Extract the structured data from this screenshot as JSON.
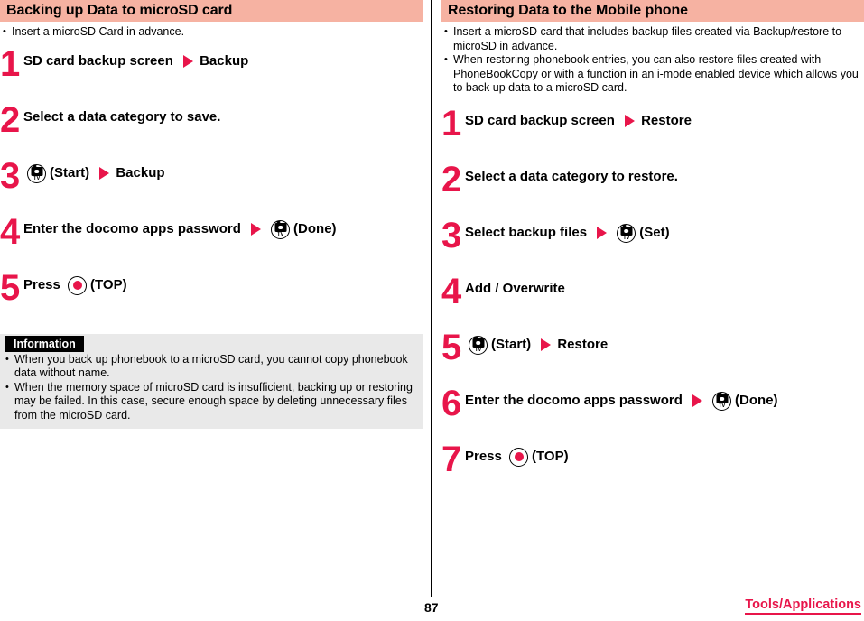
{
  "left_column": {
    "section_title": "Backing up Data to microSD card",
    "intro_bullets": [
      "Insert a microSD Card in advance."
    ],
    "steps": [
      {
        "num": "1",
        "parts": [
          {
            "type": "text",
            "value": "SD card backup screen"
          },
          {
            "type": "arrow",
            "value": "arrow-right-icon"
          },
          {
            "type": "text",
            "value": "Backup"
          }
        ]
      },
      {
        "num": "2",
        "parts": [
          {
            "type": "text",
            "value": "Select a data category to save."
          }
        ]
      },
      {
        "num": "3",
        "parts": [
          {
            "type": "key-camera",
            "value": "camera-tv-key-icon"
          },
          {
            "type": "text",
            "value": "(Start)"
          },
          {
            "type": "arrow",
            "value": "arrow-right-icon"
          },
          {
            "type": "text",
            "value": "Backup"
          }
        ]
      },
      {
        "num": "4",
        "parts": [
          {
            "type": "text",
            "value": "Enter the docomo apps password"
          },
          {
            "type": "arrow",
            "value": "arrow-right-icon"
          },
          {
            "type": "key-camera",
            "value": "camera-tv-key-icon"
          },
          {
            "type": "text",
            "value": "(Done)"
          }
        ]
      },
      {
        "num": "5",
        "parts": [
          {
            "type": "text",
            "value": "Press"
          },
          {
            "type": "key-center",
            "value": "center-top-key-icon"
          },
          {
            "type": "text",
            "value": "(TOP)"
          }
        ]
      }
    ],
    "information": {
      "label": "Information",
      "bullets": [
        "When you back up phonebook to a microSD card, you cannot copy phonebook data without name.",
        "When the memory space of microSD card is insufficient, backing up or restoring may be failed. In this case, secure enough space by deleting unnecessary files from the microSD card."
      ]
    }
  },
  "right_column": {
    "section_title": "Restoring Data to the Mobile phone",
    "intro_bullets": [
      "Insert a microSD card that includes backup files created via Backup/restore to microSD in advance.",
      "When restoring phonebook entries, you can also restore files created with PhoneBookCopy or with a function in an i-mode enabled device which allows you to back up data to a microSD card."
    ],
    "steps": [
      {
        "num": "1",
        "parts": [
          {
            "type": "text",
            "value": "SD card backup screen"
          },
          {
            "type": "arrow",
            "value": "arrow-right-icon"
          },
          {
            "type": "text",
            "value": "Restore"
          }
        ]
      },
      {
        "num": "2",
        "parts": [
          {
            "type": "text",
            "value": "Select a data category to restore."
          }
        ]
      },
      {
        "num": "3",
        "parts": [
          {
            "type": "text",
            "value": "Select backup files"
          },
          {
            "type": "arrow",
            "value": "arrow-right-icon"
          },
          {
            "type": "key-camera",
            "value": "camera-tv-key-icon"
          },
          {
            "type": "text",
            "value": "(Set)"
          }
        ]
      },
      {
        "num": "4",
        "parts": [
          {
            "type": "text",
            "value": "Add / Overwrite"
          }
        ]
      },
      {
        "num": "5",
        "parts": [
          {
            "type": "key-camera",
            "value": "camera-tv-key-icon"
          },
          {
            "type": "text",
            "value": "(Start)"
          },
          {
            "type": "arrow",
            "value": "arrow-right-icon"
          },
          {
            "type": "text",
            "value": "Restore"
          }
        ]
      },
      {
        "num": "6",
        "parts": [
          {
            "type": "text",
            "value": "Enter the docomo apps password"
          },
          {
            "type": "arrow",
            "value": "arrow-right-icon"
          },
          {
            "type": "key-camera",
            "value": "camera-tv-key-icon"
          },
          {
            "type": "text",
            "value": "(Done)"
          }
        ]
      },
      {
        "num": "7",
        "parts": [
          {
            "type": "text",
            "value": "Press"
          },
          {
            "type": "key-center",
            "value": "center-top-key-icon"
          },
          {
            "type": "text",
            "value": "(TOP)"
          }
        ]
      }
    ]
  },
  "footer": {
    "page_number": "87",
    "chapter": "Tools/Applications"
  },
  "colors": {
    "band": "#f6b2a2",
    "accent_red": "#e8154a",
    "info_bg": "#e9e9e9",
    "info_tab_bg": "#000000"
  },
  "icons": {
    "bullet": "•",
    "camera_key_label": "TV"
  }
}
